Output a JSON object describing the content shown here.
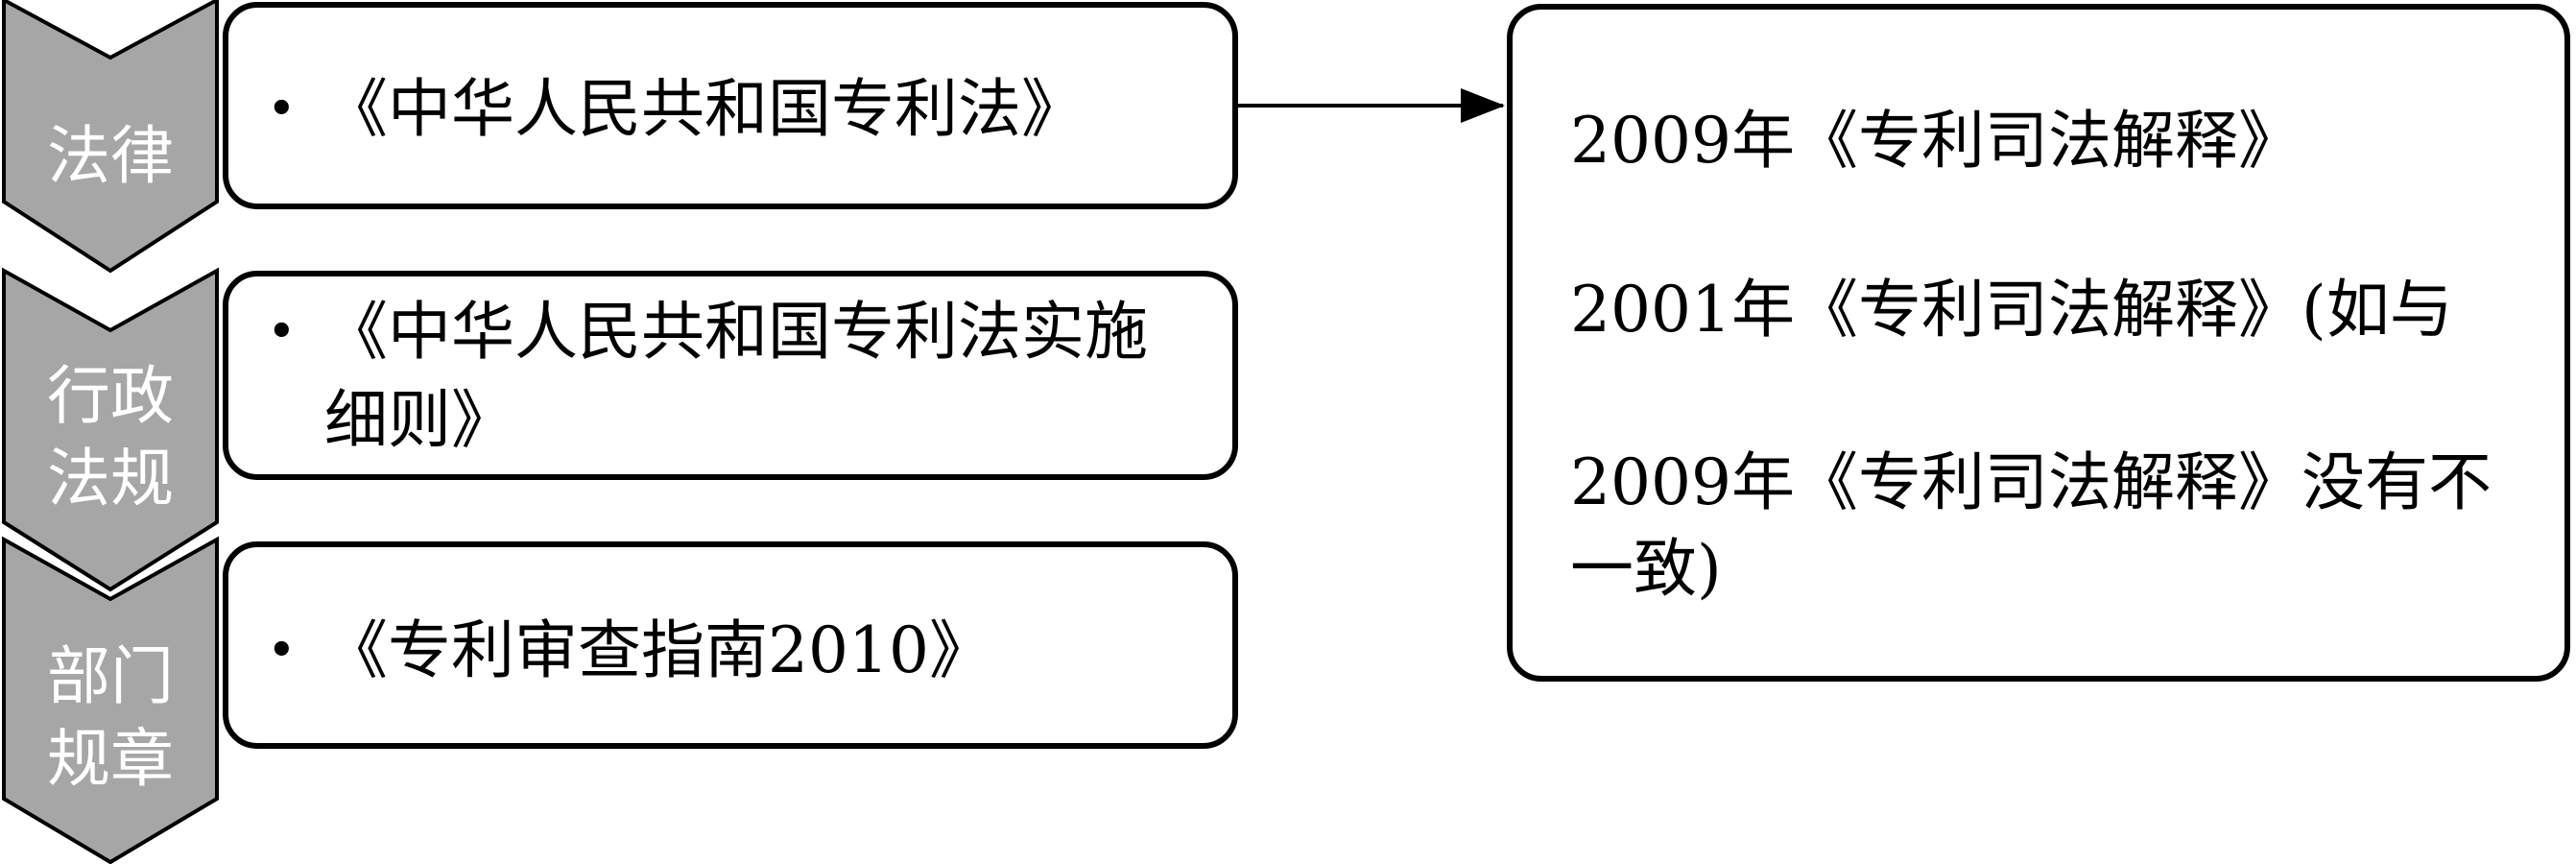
{
  "levels": [
    {
      "label_lines": [
        "法律"
      ],
      "item_lines": [
        "《中华人民共和国专利法》"
      ]
    },
    {
      "label_lines": [
        "行政",
        "法规"
      ],
      "item_lines": [
        "《中华人民共和国专利法实施",
        "细则》"
      ]
    },
    {
      "label_lines": [
        "部门",
        "规章"
      ],
      "item_lines": [
        "《专利审查指南2010》"
      ]
    }
  ],
  "bullet_symbol": "•",
  "interpretations": {
    "lines": [
      "2009年《专利司法解释》",
      "2001年《专利司法解释》(如与",
      "2009年《专利司法解释》没有不",
      "一致)"
    ]
  },
  "colors": {
    "chevron_fill": "#a6a6a6",
    "chevron_stroke": "#000000",
    "box_border": "#000000",
    "label_text": "#ffffff"
  }
}
